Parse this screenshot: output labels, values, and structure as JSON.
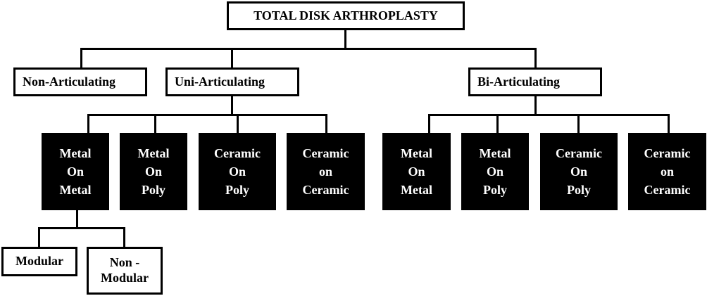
{
  "root": {
    "label": "TOTAL DISK ARTHROPLASTY"
  },
  "level1": {
    "non_articulating": "Non-Articulating",
    "uni_articulating": "Uni-Articulating",
    "bi_articulating": "Bi-Articulating"
  },
  "uni_children": [
    "Metal\nOn\nMetal",
    "Metal\nOn\nPoly",
    "Ceramic\nOn\nPoly",
    "Ceramic\non\nCeramic"
  ],
  "bi_children": [
    "Metal\nOn\nMetal",
    "Metal\nOn\nPoly",
    "Ceramic\nOn\nPoly",
    "Ceramic\non\nCeramic"
  ],
  "metal_on_metal_children": {
    "modular": "Modular",
    "non_modular": "Non -\nModular"
  }
}
